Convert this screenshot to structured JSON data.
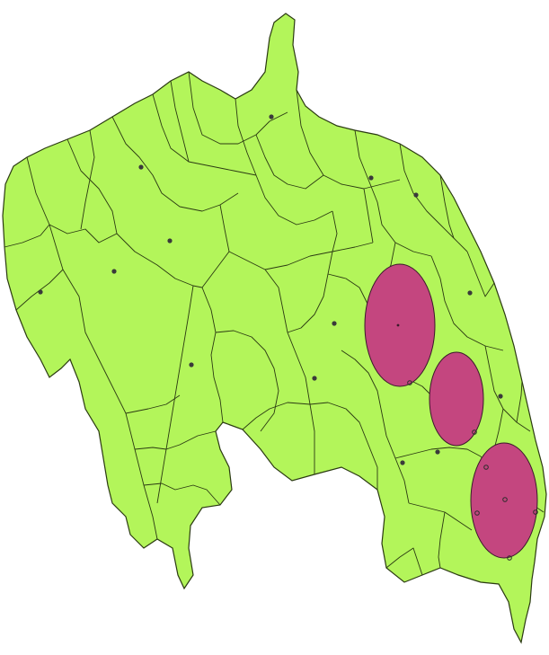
{
  "map": {
    "background_color": "#ffffff",
    "land_fill": "#b3f55a",
    "boundary_stroke": "#2b3a12",
    "point_fill": "#3a3a3a",
    "bubble_fill": "#c4467f",
    "bubble_stroke": "#3b1a2a",
    "layers": [
      "district-polygons",
      "centroid-points",
      "proportional-bubbles"
    ]
  }
}
